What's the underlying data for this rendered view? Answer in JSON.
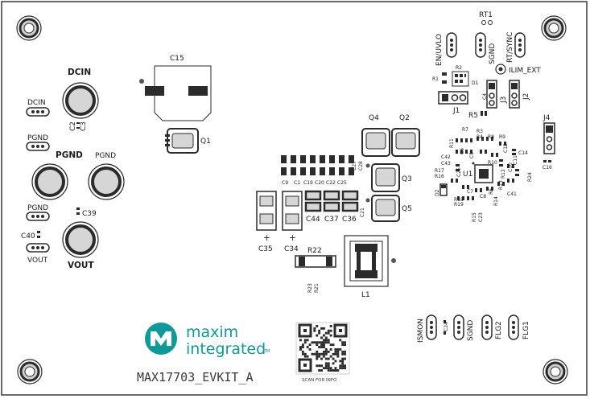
{
  "board": {
    "name": "MAX17703_EVKIT_A",
    "brand_line1": "maxim",
    "brand_line2": "integrated",
    "brand_tm": "TM",
    "qr_caption": "SCAN FOR INFO",
    "colors": {
      "outline": "#3a3a3a",
      "pad": "#d6d6d6",
      "copper": "#2b2b2b",
      "logo_teal": "#0f9a9a",
      "silk": "#1c1c1c"
    }
  },
  "left": {
    "dcin_label": "DCIN",
    "dcin_pad_label": "DCIN",
    "c2": "C2",
    "c3": "C3",
    "pgnd_small_1": "PGND",
    "pgnd_left": "PGND",
    "pgnd_right": "PGND",
    "pgnd_small_2": "PGND",
    "c39": "C39",
    "c40": "C40",
    "vout_pad_label": "VOUT",
    "vout_label": "VOUT"
  },
  "components": {
    "c15": "C15",
    "q1": "Q1",
    "q4": "Q4",
    "q2": "Q2",
    "q3": "Q3",
    "q5": "Q5",
    "c35": "C35",
    "c34": "C34",
    "r22": "R22",
    "l1": "L1",
    "c44": "C44",
    "c37": "C37",
    "c36": "C36",
    "cap_row": [
      "C9",
      "C1",
      "C19",
      "C20",
      "C22",
      "C25"
    ],
    "c27": "C27",
    "c28": "C28",
    "c21": "C21",
    "r23_21": [
      "R23",
      "R21"
    ],
    "plus_left": "+",
    "plus_right": "+"
  },
  "top_right": {
    "rt1": "RT1",
    "en_uvlo": "EN/UVLO",
    "sgnd": "SGND",
    "rt_sync": "RT/SYNC",
    "ilim_ext": "ILIM_EXT",
    "r1": "R1",
    "r2": "R2",
    "d1": "D1",
    "j1": "J1",
    "r5": "R5",
    "c4": "C4",
    "j3": "J3",
    "j2": "J2",
    "j4": "J4",
    "c16": "C16",
    "u1": "U1",
    "d2": "D2"
  },
  "tiny_labels": [
    "R3",
    "R4",
    "R8",
    "R9",
    "R11",
    "R7",
    "C12",
    "C14",
    "C42",
    "C43",
    "C6",
    "R10",
    "C5",
    "C11",
    "R17",
    "R16",
    "R12",
    "C26",
    "R24",
    "C10",
    "R6",
    "R13",
    "C41",
    "R15",
    "R18",
    "R19",
    "C23",
    "C8",
    "C7",
    "R14"
  ],
  "bottom_pads": {
    "ismon": "ISMON",
    "c24": "C24",
    "sgnd": "SGND",
    "flg2": "FLG2",
    "flg1": "FLG1"
  }
}
